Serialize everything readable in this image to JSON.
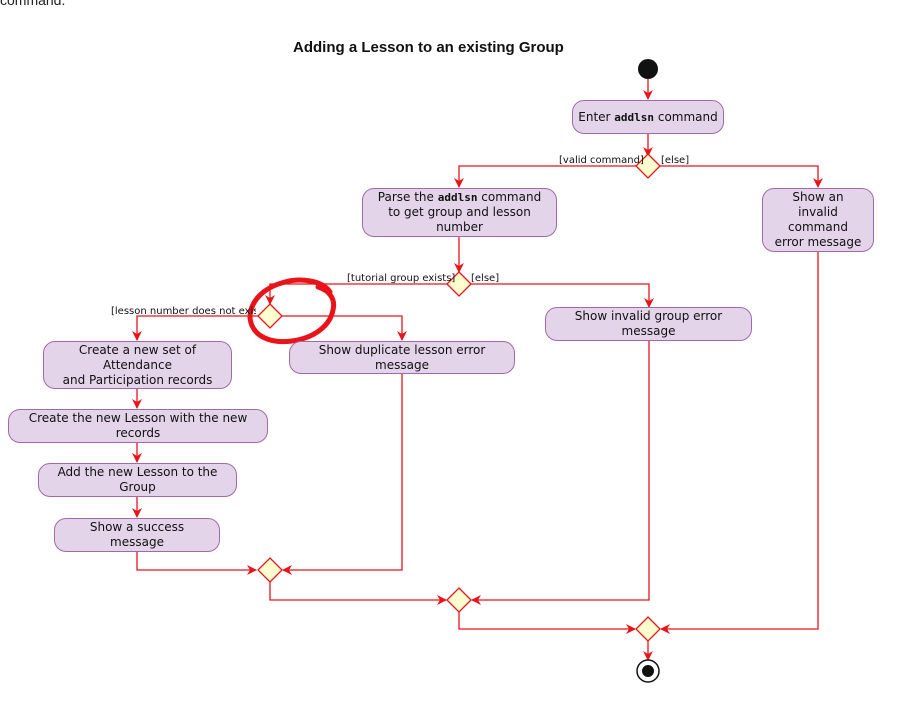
{
  "page": {
    "clipped_text": "command."
  },
  "diagram": {
    "title": "Adding a Lesson to an existing Group",
    "nodes": {
      "enter": {
        "prefix": "Enter ",
        "code": "addlsn",
        "suffix": " command"
      },
      "parse": {
        "line1_prefix": "Parse the ",
        "line1_code": "addlsn",
        "line1_suffix": " command",
        "line2": "to get group and lesson number"
      },
      "invalid_command": {
        "line1": "Show an",
        "line2": "invalid command",
        "line3": "error message"
      },
      "invalid_group": {
        "text": "Show invalid group error message"
      },
      "duplicate_lesson": {
        "text": "Show duplicate lesson error message"
      },
      "create_records": {
        "line1": "Create a new set of Attendance",
        "line2": "and Participation records"
      },
      "create_lesson": {
        "text": "Create the new Lesson with the new records"
      },
      "add_lesson": {
        "text": "Add the new Lesson to the Group"
      },
      "success": {
        "text": "Show a success message"
      }
    },
    "guards": {
      "valid_command": "[valid command]",
      "else1": "[else]",
      "group_exists": "[tutorial group exists]",
      "else2": "[else]",
      "lesson_not_exist": "[lesson number does not exist]"
    },
    "colors": {
      "arrow": "#e8141a",
      "node_fill": "#e4d4ea",
      "node_border": "#a06aa6",
      "decision_fill": "#fefece",
      "annotation": "#e8141a"
    }
  }
}
